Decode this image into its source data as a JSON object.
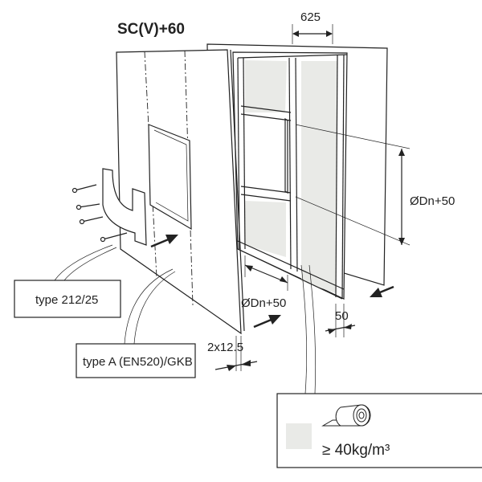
{
  "title": "SC(V)+60",
  "dimensions": {
    "stud_spacing": "625",
    "opening_height": "ØDn+50",
    "opening_width": "ØDn+50",
    "stud_width": "50",
    "board_thickness": "2x12.5"
  },
  "callouts": {
    "bracket": "type 212/25",
    "board": "type A (EN520)/GKB"
  },
  "legend": {
    "insulation_density": "≥ 40kg/m³",
    "insulation_color": "#e9eae7",
    "icon": "insulation-roll-icon"
  }
}
